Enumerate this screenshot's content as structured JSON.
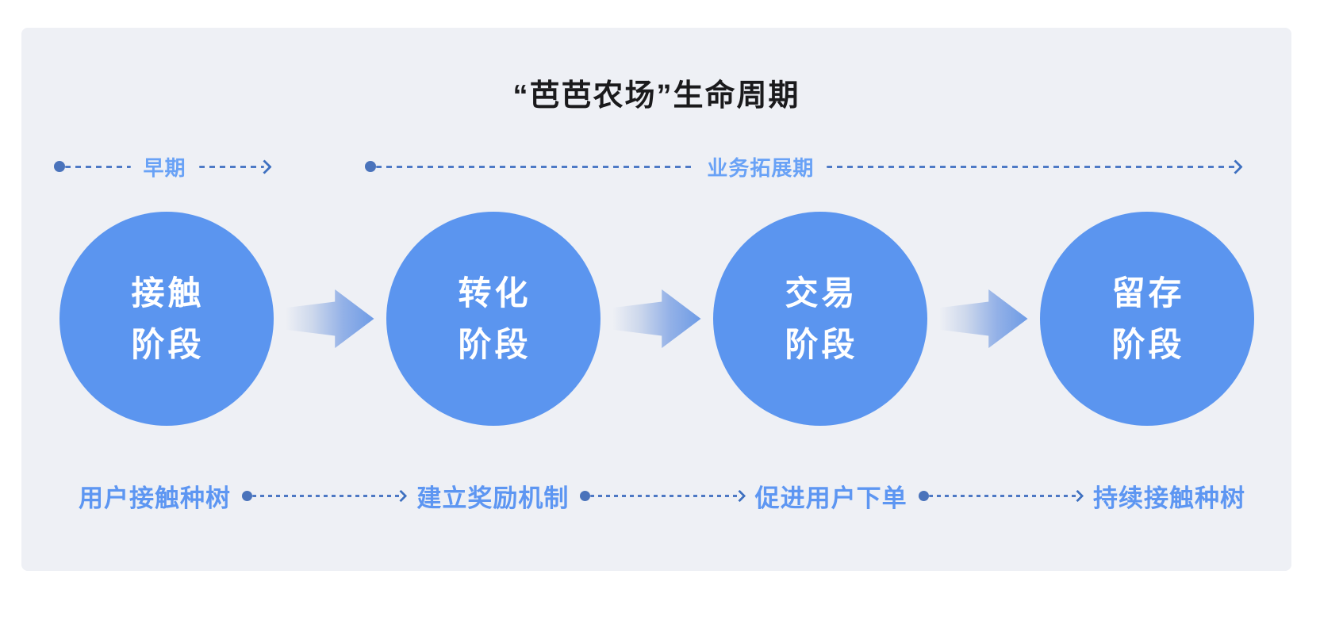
{
  "title": "“芭芭农场”生命周期",
  "timeline": {
    "segments": [
      {
        "label": "早期"
      },
      {
        "label": "业务拓展期"
      }
    ]
  },
  "stages": [
    {
      "line1": "接触",
      "line2": "阶段"
    },
    {
      "line1": "转化",
      "line2": "阶段"
    },
    {
      "line1": "交易",
      "line2": "阶段"
    },
    {
      "line1": "留存",
      "line2": "阶段"
    }
  ],
  "actions": [
    "用户接触种树",
    "建立奖励机制",
    "促进用户下单",
    "持续接触种树"
  ],
  "icons": {
    "timeline_dot": "filled-circle",
    "arrow_right": "chevron-right",
    "flow_arrow": "thick-gradient-right-arrow"
  },
  "colors": {
    "page_bg": "#ffffff",
    "panel_bg": "#eef0f5",
    "title_text": "#1a1a1c",
    "circle_fill": "#5b95ef",
    "circle_text": "#ffffff",
    "phase_label": "#69a2f6",
    "action_label": "#5d96f2",
    "connector_dark_blue": "#4a73bb",
    "flow_arrow_tip": "#6d9be6"
  }
}
